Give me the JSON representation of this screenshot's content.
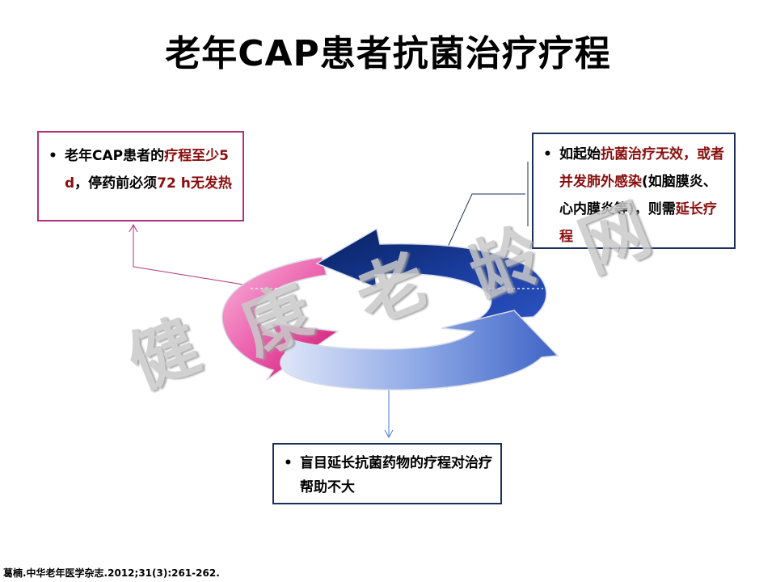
{
  "slide": {
    "title": "老年CAP患者抗菌治疗疗程",
    "citation": "葛楠.中华老年医学杂志.2012;31(3):261-262."
  },
  "boxes": {
    "left": {
      "bullet": "•",
      "t1": "老年CAP患者的",
      "h1": "疗程至少5 d",
      "t2": "，停药前必须",
      "h2": "72 h无发热"
    },
    "right": {
      "bullet": "•",
      "t1": "如起始",
      "h1": "抗菌治疗无效，或者并发肺外感染",
      "t2": "(如脑膜炎、心内膜炎等)，则需",
      "h2": "延长疗程"
    },
    "bottom": {
      "bullet": "•",
      "t1": "盲目延长抗菌药物的疗程对治疗帮助不大"
    }
  },
  "watermark": {
    "chars": [
      "健",
      "康",
      "老",
      "龄",
      "网"
    ]
  },
  "colors": {
    "pink": "#e0207e",
    "pink_light": "#f7a8d4",
    "navy": "#0d2f86",
    "blue_light": "#8ea9e6",
    "blue_mid": "#3f64c6",
    "left_box_border": "#b0307e",
    "right_box_border": "#1b2f5a",
    "highlight_text": "#8a0f0f"
  }
}
